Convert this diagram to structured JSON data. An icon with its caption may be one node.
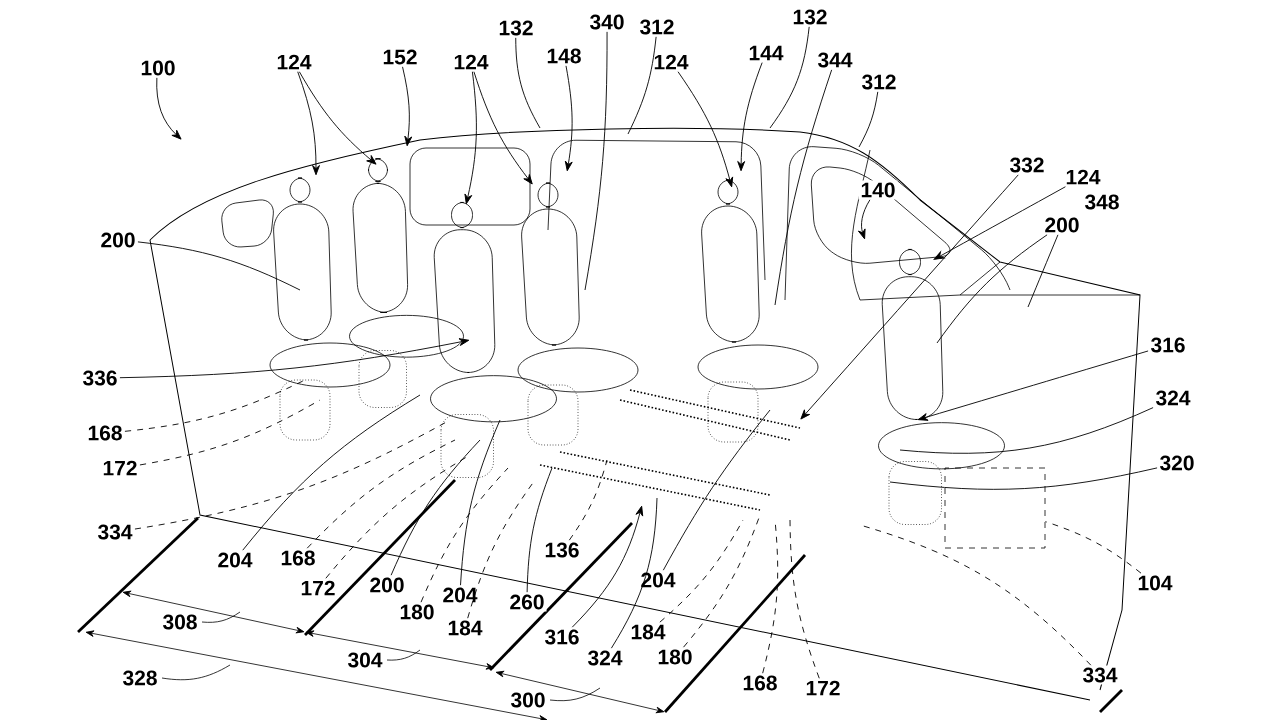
{
  "diagram": {
    "nodes": [
      {
        "text": [
          "100"
        ]
      },
      {
        "text": [
          "124"
        ]
      },
      {
        "text": [
          "152"
        ]
      },
      {
        "text": [
          "124"
        ]
      },
      {
        "text": [
          "132"
        ]
      },
      {
        "text": [
          "148"
        ]
      },
      {
        "text": [
          "340"
        ]
      },
      {
        "text": [
          "312"
        ]
      },
      {
        "text": [
          "124"
        ]
      },
      {
        "text": [
          "144"
        ]
      },
      {
        "text": [
          "132"
        ]
      },
      {
        "text": [
          "344"
        ]
      },
      {
        "text": [
          "312"
        ]
      },
      {
        "text": [
          "140"
        ]
      },
      {
        "text": [
          "332"
        ]
      },
      {
        "text": [
          "124"
        ]
      },
      {
        "text": [
          "200"
        ]
      },
      {
        "text": [
          "200"
        ]
      },
      {
        "text": [
          "316"
        ]
      },
      {
        "text": [
          "336"
        ]
      },
      {
        "text": [
          "324"
        ]
      },
      {
        "text": [
          "168"
        ]
      },
      {
        "text": [
          "320"
        ]
      },
      {
        "text": [
          "172"
        ]
      },
      {
        "text": [
          "334"
        ]
      },
      {
        "text": [
          "204"
        ]
      },
      {
        "text": [
          "168"
        ]
      },
      {
        "text": [
          "172"
        ]
      },
      {
        "text": [
          "200"
        ]
      },
      {
        "text": [
          "204"
        ]
      },
      {
        "text": [
          "180"
        ]
      },
      {
        "text": [
          "184"
        ]
      },
      {
        "text": [
          "260"
        ]
      },
      {
        "text": [
          "136"
        ]
      },
      {
        "text": [
          "316"
        ]
      },
      {
        "text": [
          "324"
        ]
      },
      {
        "text": [
          "204"
        ]
      },
      {
        "text": [
          "184"
        ]
      },
      {
        "text": [
          "180"
        ]
      },
      {
        "text": [
          "168"
        ]
      },
      {
        "text": [
          "172"
        ]
      },
      {
        "text": [
          "104"
        ]
      },
      {
        "text": [
          "334"
        ]
      },
      {
        "text": [],
        "shape": "box"
      }
    ],
    "edges": [
      {
        "from": 0,
        "to": null,
        "arrow": "to"
      },
      {
        "from": 1,
        "to": null,
        "arrow": "to"
      },
      {
        "from": 1,
        "to": null,
        "arrow": "to"
      },
      {
        "from": 2,
        "to": null,
        "arrow": "to"
      },
      {
        "from": 3,
        "to": null,
        "arrow": "to"
      },
      {
        "from": 3,
        "to": null,
        "arrow": "to"
      },
      {
        "from": 4,
        "to": null,
        "arrow": "none"
      },
      {
        "from": 5,
        "to": null,
        "arrow": "to"
      },
      {
        "from": 6,
        "to": null,
        "arrow": "none"
      },
      {
        "from": 7,
        "to": null,
        "arrow": "none"
      },
      {
        "from": 8,
        "to": null,
        "arrow": "to"
      },
      {
        "from": 9,
        "to": null,
        "arrow": "to"
      },
      {
        "from": 10,
        "to": null,
        "arrow": "none"
      },
      {
        "from": 11,
        "to": null,
        "arrow": "none"
      },
      {
        "from": 12,
        "to": null,
        "arrow": "none"
      },
      {
        "from": 13,
        "to": null,
        "arrow": "to"
      },
      {
        "from": 14,
        "to": null,
        "arrow": "to"
      },
      {
        "from": 15,
        "to": null,
        "arrow": "to"
      },
      {
        "from": 16,
        "to": null,
        "arrow": "none"
      },
      {
        "from": 16,
        "to": null,
        "arrow": "none"
      },
      {
        "from": 17,
        "to": null,
        "arrow": "none"
      },
      {
        "from": 18,
        "to": null,
        "arrow": "to"
      },
      {
        "from": 19,
        "to": null,
        "arrow": "to"
      },
      {
        "from": 20,
        "to": null,
        "arrow": "none"
      },
      {
        "from": 21,
        "to": null,
        "arrow": "none",
        "style": "dashed"
      },
      {
        "from": 22,
        "to": null,
        "arrow": "none"
      },
      {
        "from": 23,
        "to": null,
        "arrow": "none",
        "style": "dashed"
      },
      {
        "from": 24,
        "to": null,
        "arrow": "none",
        "style": "dashed"
      },
      {
        "from": 25,
        "to": null,
        "arrow": "none"
      },
      {
        "from": 26,
        "to": null,
        "arrow": "none",
        "style": "dashed"
      },
      {
        "from": 27,
        "to": null,
        "arrow": "none",
        "style": "dashed"
      },
      {
        "from": 28,
        "to": null,
        "arrow": "none"
      },
      {
        "from": 29,
        "to": null,
        "arrow": "none"
      },
      {
        "from": 30,
        "to": null,
        "arrow": "none",
        "style": "dashed"
      },
      {
        "from": 31,
        "to": null,
        "arrow": "none",
        "style": "dashed"
      },
      {
        "from": 32,
        "to": null,
        "arrow": "none"
      },
      {
        "from": 33,
        "to": null,
        "arrow": "none",
        "style": "dashed"
      },
      {
        "from": 34,
        "to": null,
        "arrow": "to"
      },
      {
        "from": 35,
        "to": null,
        "arrow": "none"
      },
      {
        "from": 36,
        "to": null,
        "arrow": "none"
      },
      {
        "from": 37,
        "to": null,
        "arrow": "none",
        "style": "dashed"
      },
      {
        "from": 38,
        "to": null,
        "arrow": "none",
        "style": "dashed"
      },
      {
        "from": 39,
        "to": null,
        "arrow": "none",
        "style": "dashed"
      },
      {
        "from": 40,
        "to": null,
        "arrow": "none",
        "style": "dashed"
      },
      {
        "from": 41,
        "to": 43,
        "arrow": "none",
        "style": "dashed"
      },
      {
        "from": 42,
        "to": null,
        "arrow": "none",
        "style": "dashed"
      }
    ],
    "labels": [
      "348",
      "308",
      "304",
      "328",
      "300"
    ]
  }
}
